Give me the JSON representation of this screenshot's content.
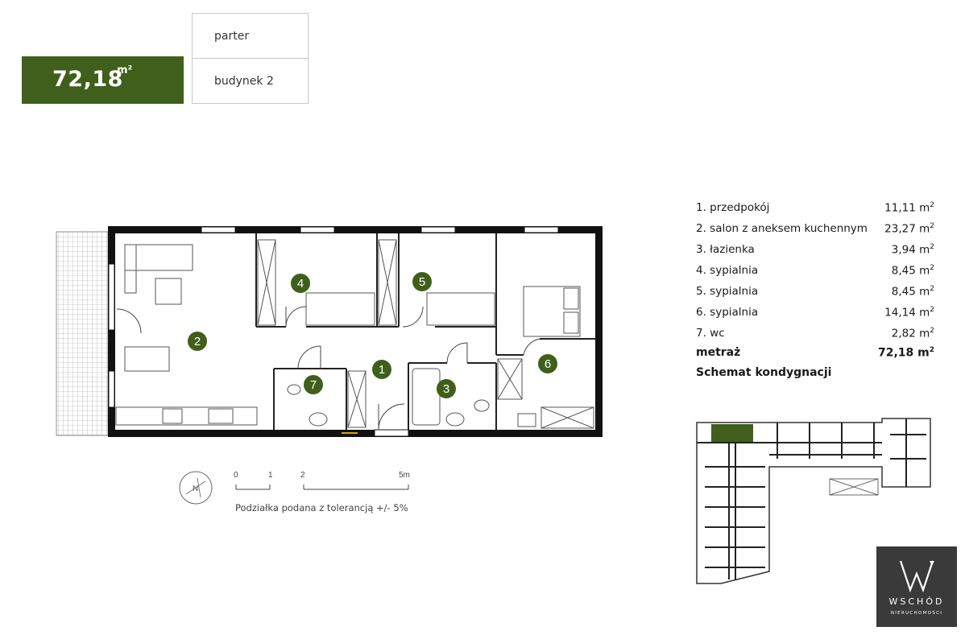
{
  "header": {
    "area_value": "72,18",
    "area_unit": "m²",
    "floor": "parter",
    "building": "budynek 2"
  },
  "rooms": [
    {
      "name": "1. przedpokój",
      "area": "11,11 m",
      "sup": "2"
    },
    {
      "name": "2. salon z aneksem kuchennym",
      "area": "23,27 m",
      "sup": "2"
    },
    {
      "name": "3. łazienka",
      "area": "3,94 m",
      "sup": "2"
    },
    {
      "name": "4. sypialnia",
      "area": "8,45 m",
      "sup": "2"
    },
    {
      "name": "5. sypialnia",
      "area": "8,45 m",
      "sup": "2"
    },
    {
      "name": "6. sypialnia",
      "area": "14,14 m",
      "sup": "2"
    },
    {
      "name": "7. wc",
      "area": "2,82 m",
      "sup": "2"
    }
  ],
  "summary": {
    "label": "metraż",
    "area": "72,18 m",
    "sup": "2"
  },
  "schemat_label": "Schemat kondygnacji",
  "plan_markers": [
    "1",
    "2",
    "3",
    "4",
    "5",
    "6",
    "7"
  ],
  "scale": {
    "ticks": [
      "0",
      "1",
      "2",
      "5m"
    ],
    "compass": "N",
    "note": "Podziałka podana z tolerancją +/- 5%"
  },
  "logo": {
    "name": "WSCHÓD",
    "sub": "NIERUCHOMOŚCI"
  },
  "colors": {
    "accent": "#3f5f1a",
    "wall": "#111111",
    "logo_bg": "#3a3a3a"
  }
}
